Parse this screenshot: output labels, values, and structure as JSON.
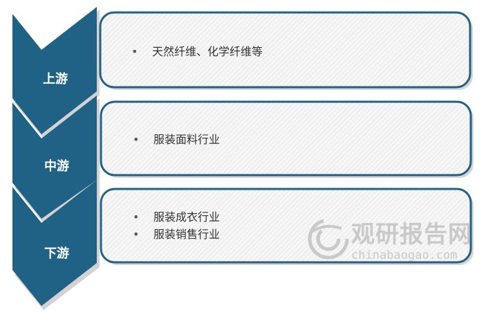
{
  "colors": {
    "chevron_fill": "#1f6286",
    "chevron_shadow": "#c8c8c8",
    "box_border": "#1f6286",
    "box_fill": "#f4f4f4",
    "label_text": "#ffffff",
    "watermark": "#c9c9c9"
  },
  "stages": [
    {
      "label": "上游",
      "items": [
        "天然纤维、化学纤维等"
      ]
    },
    {
      "label": "中游",
      "items": [
        "服装面料行业"
      ]
    },
    {
      "label": "下游",
      "items": [
        "服装成衣行业",
        "服装销售行业"
      ]
    }
  ],
  "watermark": {
    "icon": "chinabaogao-logo-icon",
    "name": "观研报告网",
    "url": "chinabaogao.com"
  }
}
